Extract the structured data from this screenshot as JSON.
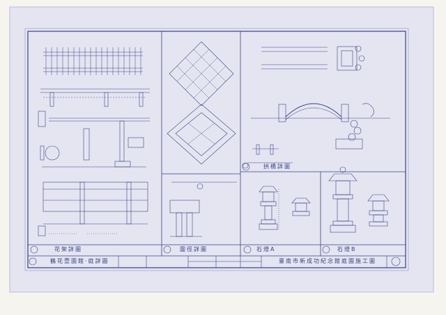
{
  "sheet": {
    "colors": {
      "paper": "#e8e9f3",
      "border": "#f6f4ef",
      "ink": "#3b3f86",
      "ink_light": "#7d81bd"
    },
    "panels": [
      {
        "id": "pergola",
        "title": "花架詳圖"
      },
      {
        "id": "paving",
        "title": "圍徑詳圖"
      },
      {
        "id": "bridge",
        "title": "拱橋詳圖"
      },
      {
        "id": "lantern-a",
        "title": "石燈A"
      },
      {
        "id": "lantern-b",
        "title": "石燈B"
      }
    ],
    "title_block": {
      "drawing_title": "鶴花壹園館‧庭詳圖",
      "project_title": "臺南市新成功紀念館庭園施工圖"
    }
  }
}
